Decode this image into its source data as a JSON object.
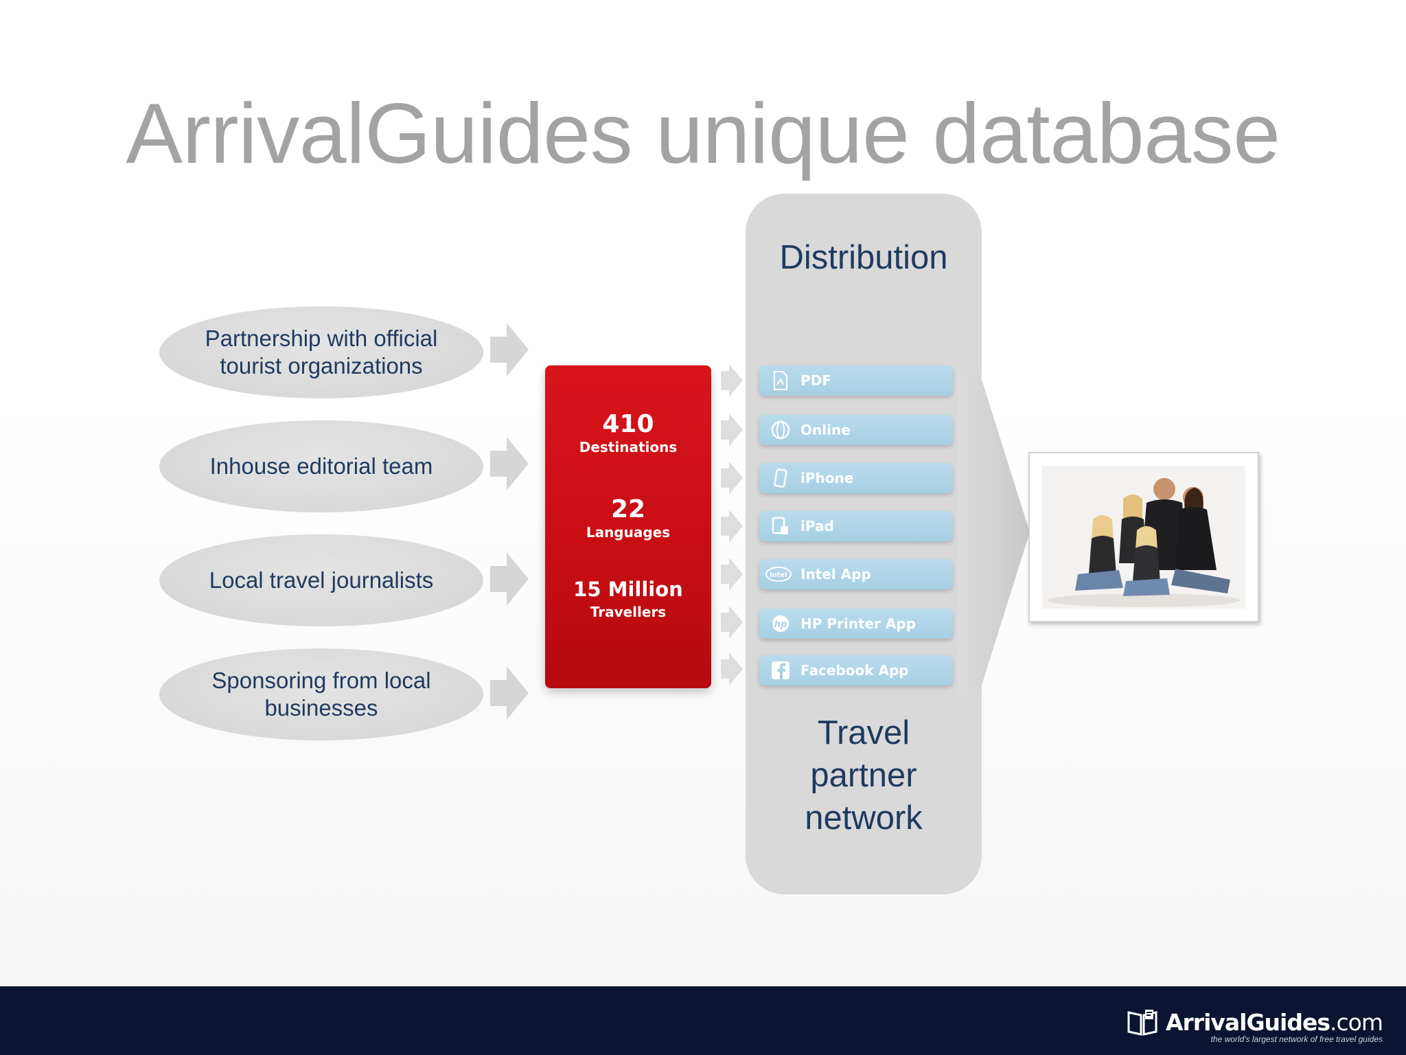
{
  "slide": {
    "title": "ArrivalGuides unique database"
  },
  "sources": [
    {
      "label": "Partnership with  official tourist organizations"
    },
    {
      "label": "Inhouse editorial team"
    },
    {
      "label": "Local travel journalists"
    },
    {
      "label": "Sponsoring from local businesses"
    }
  ],
  "database": {
    "stats": [
      {
        "number": "410",
        "label": "Destinations"
      },
      {
        "number": "22",
        "label": "Languages"
      },
      {
        "number": "15 Million",
        "label": "Travellers"
      }
    ],
    "color": "#c80e14"
  },
  "distribution": {
    "title": "Distribution",
    "channels": [
      {
        "label": "PDF",
        "icon": "pdf-icon"
      },
      {
        "label": "Online",
        "icon": "globe-icon"
      },
      {
        "label": "iPhone",
        "icon": "iphone-icon"
      },
      {
        "label": "iPad",
        "icon": "ipad-icon"
      },
      {
        "label": "Intel App",
        "icon": "intel-icon"
      },
      {
        "label": "HP Printer App",
        "icon": "hp-icon"
      },
      {
        "label": "Facebook App",
        "icon": "facebook-icon"
      }
    ],
    "footer_lines": [
      "Travel",
      "partner",
      "network"
    ]
  },
  "footer": {
    "logo_name": "ArrivalGuides",
    "logo_suffix": ".com",
    "tagline": "the world's largest network of free travel guides",
    "background": "#0b1430"
  },
  "colors": {
    "title": "#a3a3a3",
    "navy_text": "#1f3a5f",
    "channel_blue": "#a6cfe3",
    "panel_grey": "#d9d9d9"
  }
}
